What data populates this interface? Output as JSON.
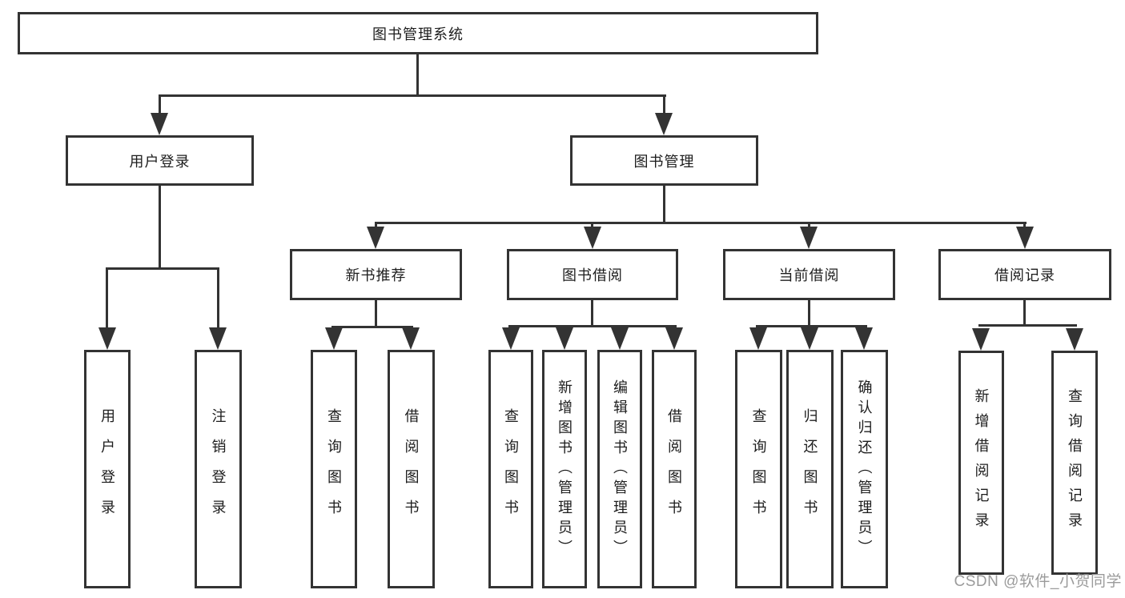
{
  "diagram": {
    "root": "图书管理系统",
    "level2": {
      "user_login": "用户登录",
      "book_mgmt": "图书管理"
    },
    "level3": {
      "new_books": "新书推荐",
      "book_borrow": "图书借阅",
      "current_borrow": "当前借阅",
      "borrow_records": "借阅记录"
    },
    "leaves": {
      "login": "用户登录",
      "logout": "注销登录",
      "nb_query": "查询图书",
      "nb_borrow": "借阅图书",
      "bb_query": "查询图书",
      "bb_add": "新增图书（管理员）",
      "bb_edit": "编辑图书（管理员）",
      "bb_borrow": "借阅图书",
      "cb_query": "查询图书",
      "cb_return": "归还图书",
      "cb_confirm": "确认归还（管理员）",
      "rc_add": "新增借阅记录",
      "rc_query": "查询借阅记录"
    },
    "watermark": "CSDN @软件_小贺同学",
    "colors": {
      "line": "#333333",
      "text": "#1d1d1d",
      "watermark": "#9b9b9b",
      "background": "#ffffff"
    }
  }
}
